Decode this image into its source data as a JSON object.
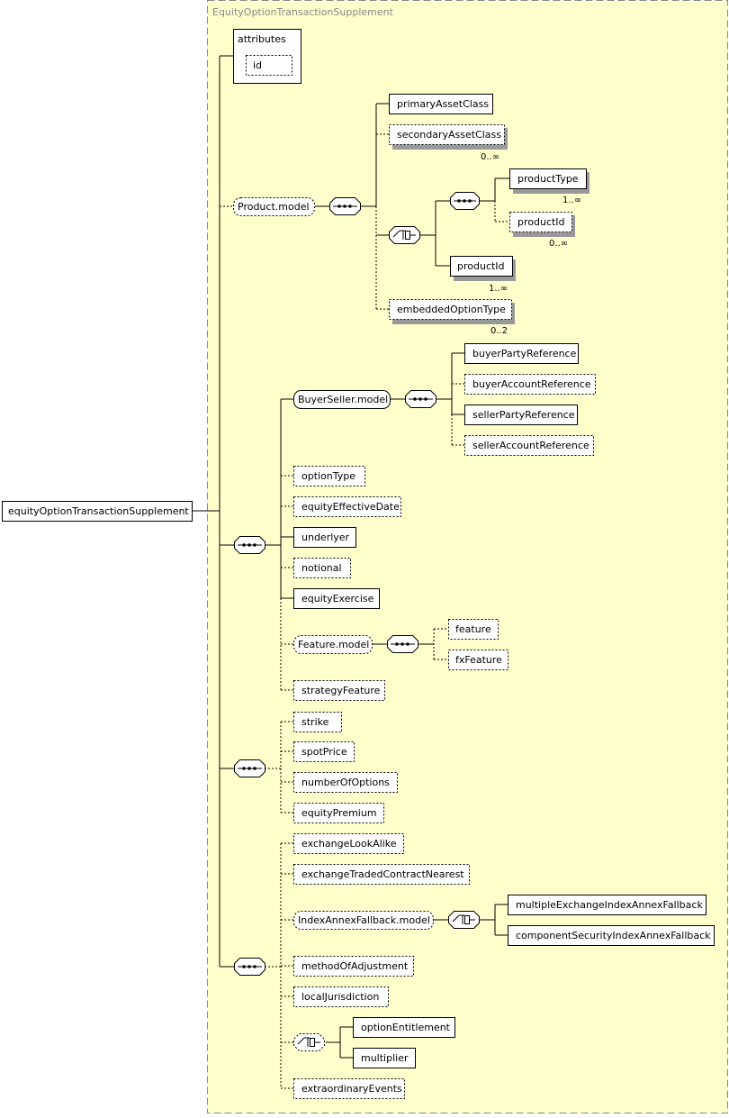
{
  "root": {
    "label": "equityOptionTransactionSupplement"
  },
  "type_name": "EquityOptionTransactionSupplement",
  "attributes": {
    "header": "attributes",
    "items": [
      "id"
    ]
  },
  "product_model": {
    "label": "Product.model",
    "primary": "primaryAssetClass",
    "secondary": {
      "label": "secondaryAssetClass",
      "card": "0..∞"
    },
    "product_type": {
      "label": "productType",
      "card": "1..∞"
    },
    "product_id_inner": {
      "label": "productId",
      "card": "0..∞"
    },
    "product_id": {
      "label": "productId",
      "card": "1..∞"
    },
    "embedded": {
      "label": "embeddedOptionType",
      "card": "0..2"
    }
  },
  "buyer_seller": {
    "label": "BuyerSeller.model",
    "items": [
      "buyerPartyReference",
      "buyerAccountReference",
      "sellerPartyReference",
      "sellerAccountReference"
    ]
  },
  "seq1_items": [
    "optionType",
    "equityEffectiveDate",
    "underlyer",
    "notional",
    "equityExercise"
  ],
  "feature_model": {
    "label": "Feature.model",
    "items": [
      "feature",
      "fxFeature"
    ]
  },
  "strategy_feature": "strategyFeature",
  "seq2_items": [
    "strike",
    "spotPrice",
    "numberOfOptions",
    "equityPremium"
  ],
  "seq3_items": [
    "exchangeLookAlike",
    "exchangeTradedContractNearest"
  ],
  "index_annex": {
    "label": "IndexAnnexFallback.model",
    "items": [
      "multipleExchangeIndexAnnexFallback",
      "componentSecurityIndexAnnexFallback"
    ]
  },
  "seq3_more": [
    "methodOfAdjustment",
    "localJurisdiction"
  ],
  "choice_items": [
    "optionEntitlement",
    "multiplier"
  ],
  "extraordinary": "extraordinaryEvents"
}
